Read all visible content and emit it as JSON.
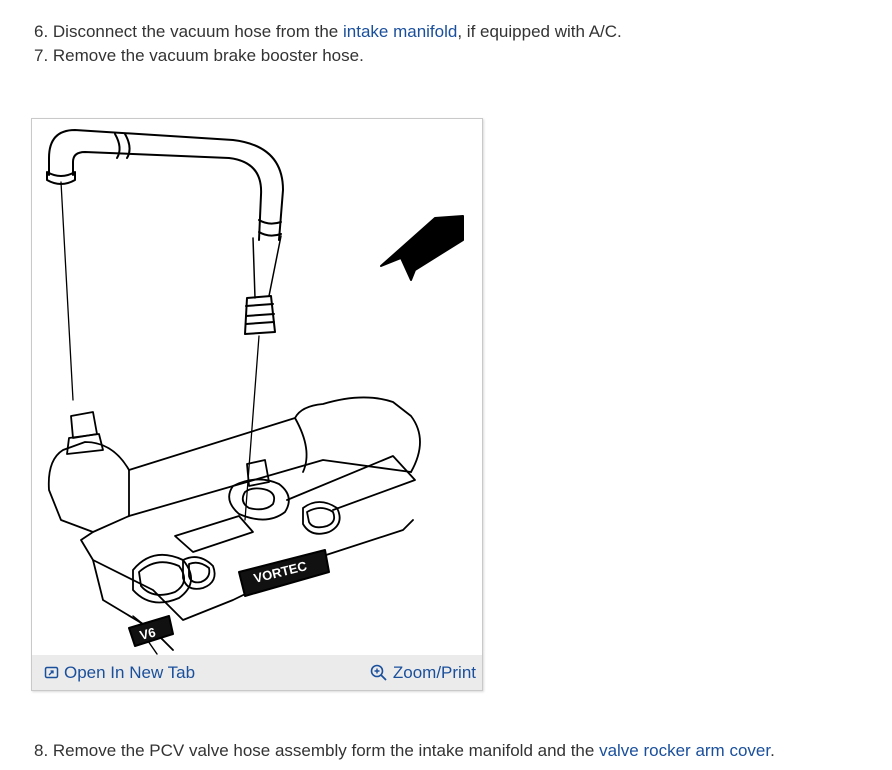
{
  "steps": {
    "step6": {
      "prefix": "6. Disconnect the vacuum hose from the ",
      "link": "intake manifold",
      "suffix": ", if equipped with A/C."
    },
    "step7": {
      "text": "7. Remove the vacuum brake booster hose."
    },
    "step8": {
      "prefix": "8. Remove the PCV valve hose assembly form the intake manifold and the ",
      "link": "valve rocker arm cover",
      "suffix": "."
    }
  },
  "figure": {
    "open_tab_label": "Open In New Tab",
    "zoom_print_label": "Zoom/Print",
    "open_tab_icon": "open-new-tab-icon",
    "zoom_icon": "zoom-icon",
    "engraved_text_1": "VORTEC",
    "engraved_text_2": "V6"
  },
  "colors": {
    "link": "#1a4f9c",
    "text": "#333333",
    "toolbar": "#ebebeb"
  }
}
